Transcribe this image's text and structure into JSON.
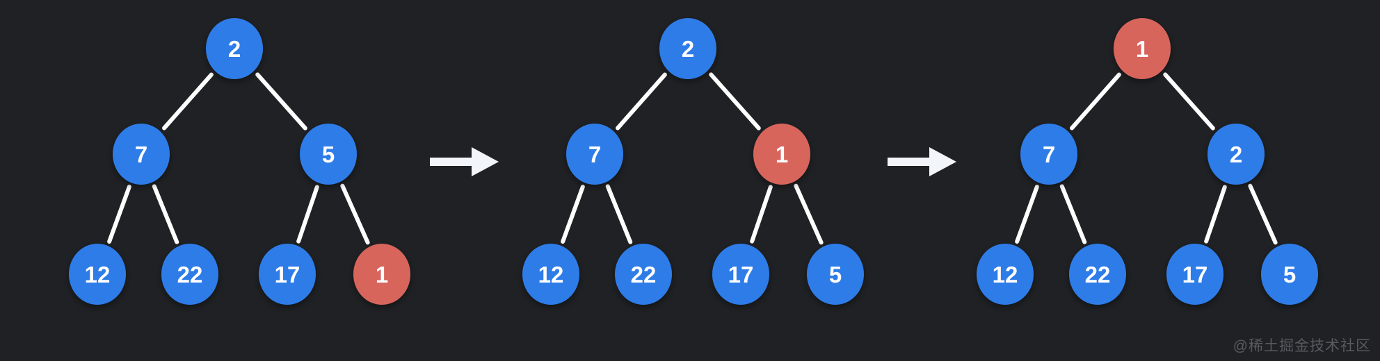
{
  "diagram": {
    "description": "min-heap sift-up steps",
    "colors": {
      "background": "#1f2124",
      "node_blue": "#2e7ce8",
      "node_red": "#d7655c",
      "edge": "#ffffff",
      "arrow": "#f2f5fa",
      "node_text": "#ffffff",
      "watermark": "#575a61"
    },
    "trees": [
      {
        "name": "step-1",
        "nodes": [
          {
            "value": "2",
            "highlighted": false
          },
          {
            "value": "7",
            "highlighted": false
          },
          {
            "value": "5",
            "highlighted": false
          },
          {
            "value": "12",
            "highlighted": false
          },
          {
            "value": "22",
            "highlighted": false
          },
          {
            "value": "17",
            "highlighted": false
          },
          {
            "value": "1",
            "highlighted": true
          }
        ]
      },
      {
        "name": "step-2",
        "nodes": [
          {
            "value": "2",
            "highlighted": false
          },
          {
            "value": "7",
            "highlighted": false
          },
          {
            "value": "1",
            "highlighted": true
          },
          {
            "value": "12",
            "highlighted": false
          },
          {
            "value": "22",
            "highlighted": false
          },
          {
            "value": "17",
            "highlighted": false
          },
          {
            "value": "5",
            "highlighted": false
          }
        ]
      },
      {
        "name": "step-3",
        "nodes": [
          {
            "value": "1",
            "highlighted": true
          },
          {
            "value": "7",
            "highlighted": false
          },
          {
            "value": "2",
            "highlighted": false
          },
          {
            "value": "12",
            "highlighted": false
          },
          {
            "value": "22",
            "highlighted": false
          },
          {
            "value": "17",
            "highlighted": false
          },
          {
            "value": "5",
            "highlighted": false
          }
        ]
      }
    ],
    "arrows": [
      {
        "name": "arrow-step1-to-step2"
      },
      {
        "name": "arrow-step2-to-step3"
      }
    ]
  },
  "watermark": {
    "text": "@稀土掘金技术社区"
  }
}
